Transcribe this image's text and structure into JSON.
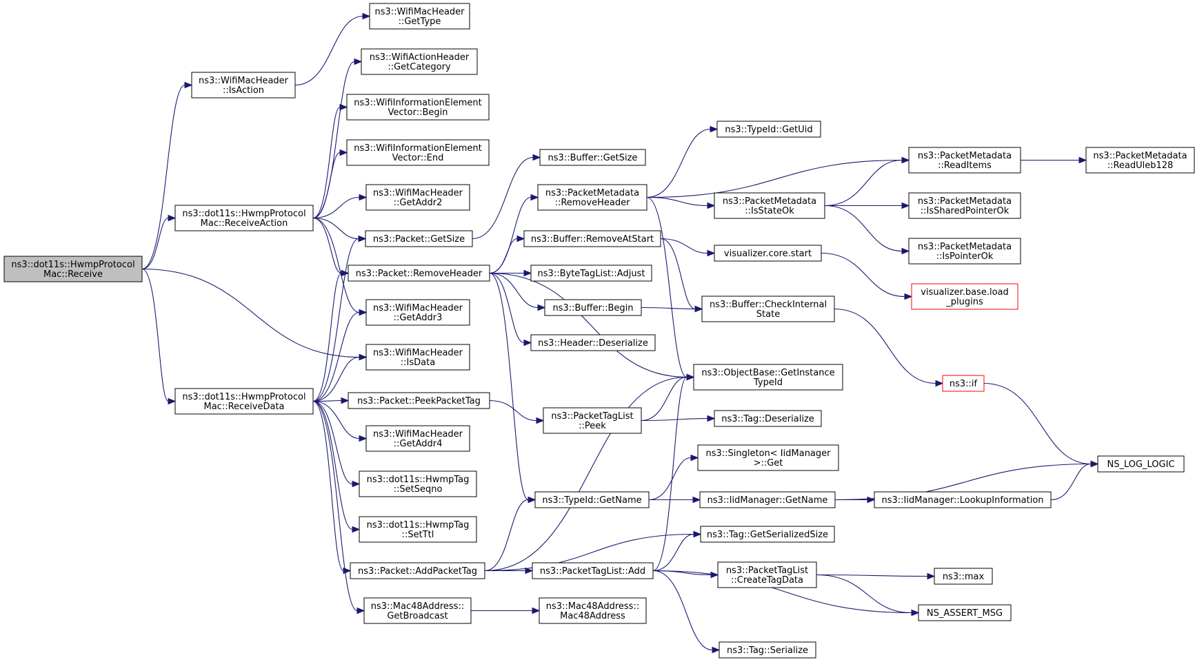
{
  "colors": {
    "edge": "#191970",
    "root_fill": "#bfbfbf",
    "node_border": "#000000",
    "truncated_border": "#ff0000",
    "background": "#ffffff"
  },
  "nodes": [
    {
      "id": "root",
      "lines": [
        "ns3::dot11s::HwmpProtocol",
        "Mac::Receive"
      ],
      "style": "root"
    },
    {
      "id": "isaction",
      "lines": [
        "ns3::WifiMacHeader",
        "::IsAction"
      ]
    },
    {
      "id": "recvaction",
      "lines": [
        "ns3::dot11s::HwmpProtocol",
        "Mac::ReceiveAction"
      ]
    },
    {
      "id": "recvdata",
      "lines": [
        "ns3::dot11s::HwmpProtocol",
        "Mac::ReceiveData"
      ]
    },
    {
      "id": "gettype",
      "lines": [
        "ns3::WifiMacHeader",
        "::GetType"
      ]
    },
    {
      "id": "getcategory",
      "lines": [
        "ns3::WifiActionHeader",
        "::GetCategory"
      ]
    },
    {
      "id": "iebegin",
      "lines": [
        "ns3::WifiInformationElement",
        "Vector::Begin"
      ]
    },
    {
      "id": "ieend",
      "lines": [
        "ns3::WifiInformationElement",
        "Vector::End"
      ]
    },
    {
      "id": "getaddr2",
      "lines": [
        "ns3::WifiMacHeader",
        "::GetAddr2"
      ]
    },
    {
      "id": "pktgetsize",
      "lines": [
        "ns3::Packet::GetSize"
      ]
    },
    {
      "id": "removeheader",
      "lines": [
        "ns3::Packet::RemoveHeader"
      ]
    },
    {
      "id": "getaddr3",
      "lines": [
        "ns3::WifiMacHeader",
        "::GetAddr3"
      ]
    },
    {
      "id": "isdata",
      "lines": [
        "ns3::WifiMacHeader",
        "::IsData"
      ]
    },
    {
      "id": "peekpackettag",
      "lines": [
        "ns3::Packet::PeekPacketTag"
      ]
    },
    {
      "id": "getaddr4",
      "lines": [
        "ns3::WifiMacHeader",
        "::GetAddr4"
      ]
    },
    {
      "id": "setseqno",
      "lines": [
        "ns3::dot11s::HwmpTag",
        "::SetSeqno"
      ]
    },
    {
      "id": "setttl",
      "lines": [
        "ns3::dot11s::HwmpTag",
        "::SetTtl"
      ]
    },
    {
      "id": "addpackettag",
      "lines": [
        "ns3::Packet::AddPacketTag"
      ]
    },
    {
      "id": "getbroadcast",
      "lines": [
        "ns3::Mac48Address::",
        "GetBroadcast"
      ]
    },
    {
      "id": "buffergetsize",
      "lines": [
        "ns3::Buffer::GetSize"
      ]
    },
    {
      "id": "pmremoveheader",
      "lines": [
        "ns3::PacketMetadata",
        "::RemoveHeader"
      ]
    },
    {
      "id": "removeatstart",
      "lines": [
        "ns3::Buffer::RemoveAtStart"
      ]
    },
    {
      "id": "adjust",
      "lines": [
        "ns3::ByteTagList::Adjust"
      ]
    },
    {
      "id": "bufferbegin",
      "lines": [
        "ns3::Buffer::Begin"
      ]
    },
    {
      "id": "deserialize",
      "lines": [
        "ns3::Header::Deserialize"
      ]
    },
    {
      "id": "ptlpeek",
      "lines": [
        "ns3::PacketTagList",
        "::Peek"
      ]
    },
    {
      "id": "typeidgetname",
      "lines": [
        "ns3::TypeId::GetName"
      ]
    },
    {
      "id": "ptladd",
      "lines": [
        "ns3::PacketTagList::Add"
      ]
    },
    {
      "id": "mac48ctor",
      "lines": [
        "ns3::Mac48Address::",
        "Mac48Address"
      ]
    },
    {
      "id": "getuid",
      "lines": [
        "ns3::TypeId::GetUid"
      ]
    },
    {
      "id": "isstateok",
      "lines": [
        "ns3::PacketMetadata",
        "::IsStateOk"
      ]
    },
    {
      "id": "corestart",
      "lines": [
        "visualizer.core.start"
      ]
    },
    {
      "id": "checkinternal",
      "lines": [
        "ns3::Buffer::CheckInternal",
        "State"
      ]
    },
    {
      "id": "getinstancetypeid",
      "lines": [
        "ns3::ObjectBase::GetInstance",
        "TypeId"
      ]
    },
    {
      "id": "tagdeserialize",
      "lines": [
        "ns3::Tag::Deserialize"
      ]
    },
    {
      "id": "singletonget",
      "lines": [
        "ns3::Singleton< IidManager",
        ">::Get"
      ]
    },
    {
      "id": "iidgetname",
      "lines": [
        "ns3::IidManager::GetName"
      ]
    },
    {
      "id": "getserializedsize",
      "lines": [
        "ns3::Tag::GetSerializedSize"
      ]
    },
    {
      "id": "createtagdata",
      "lines": [
        "ns3::PacketTagList",
        "::CreateTagData"
      ]
    },
    {
      "id": "tagserialize",
      "lines": [
        "ns3::Tag::Serialize"
      ]
    },
    {
      "id": "readitems",
      "lines": [
        "ns3::PacketMetadata",
        "::ReadItems"
      ]
    },
    {
      "id": "issharedpointerok",
      "lines": [
        "ns3::PacketMetadata",
        "::IsSharedPointerOk"
      ]
    },
    {
      "id": "ispointerok",
      "lines": [
        "ns3::PacketMetadata",
        "::IsPointerOk"
      ]
    },
    {
      "id": "loadplugins",
      "lines": [
        "visualizer.base.load",
        "_plugins"
      ],
      "style": "red"
    },
    {
      "id": "nsif",
      "lines": [
        "ns3::if"
      ],
      "style": "red"
    },
    {
      "id": "lookupinfo",
      "lines": [
        "ns3::IidManager::LookupInformation"
      ]
    },
    {
      "id": "nsmax",
      "lines": [
        "ns3::max"
      ]
    },
    {
      "id": "assertmsg",
      "lines": [
        "NS_ASSERT_MSG"
      ]
    },
    {
      "id": "readuleb",
      "lines": [
        "ns3::PacketMetadata",
        "::ReadUleb128"
      ]
    },
    {
      "id": "loglogic",
      "lines": [
        "NS_LOG_LOGIC"
      ]
    }
  ],
  "edges": [
    [
      "root",
      "isaction"
    ],
    [
      "root",
      "recvaction"
    ],
    [
      "root",
      "isdata"
    ],
    [
      "root",
      "recvdata"
    ],
    [
      "isaction",
      "gettype"
    ],
    [
      "recvaction",
      "getcategory"
    ],
    [
      "recvaction",
      "iebegin"
    ],
    [
      "recvaction",
      "ieend"
    ],
    [
      "recvaction",
      "getaddr2"
    ],
    [
      "recvaction",
      "pktgetsize"
    ],
    [
      "recvaction",
      "removeheader"
    ],
    [
      "recvaction",
      "getaddr3"
    ],
    [
      "recvdata",
      "pktgetsize"
    ],
    [
      "recvdata",
      "removeheader"
    ],
    [
      "recvdata",
      "getaddr3"
    ],
    [
      "recvdata",
      "isdata"
    ],
    [
      "recvdata",
      "peekpackettag"
    ],
    [
      "recvdata",
      "getaddr4"
    ],
    [
      "recvdata",
      "setseqno"
    ],
    [
      "recvdata",
      "setttl"
    ],
    [
      "recvdata",
      "addpackettag"
    ],
    [
      "recvdata",
      "getbroadcast"
    ],
    [
      "pktgetsize",
      "buffergetsize"
    ],
    [
      "removeheader",
      "pmremoveheader"
    ],
    [
      "removeheader",
      "removeatstart"
    ],
    [
      "removeheader",
      "adjust"
    ],
    [
      "removeheader",
      "bufferbegin"
    ],
    [
      "removeheader",
      "deserialize"
    ],
    [
      "removeheader",
      "getinstancetypeid"
    ],
    [
      "removeheader",
      "typeidgetname"
    ],
    [
      "peekpackettag",
      "ptlpeek"
    ],
    [
      "addpackettag",
      "getinstancetypeid"
    ],
    [
      "addpackettag",
      "typeidgetname"
    ],
    [
      "addpackettag",
      "getserializedsize"
    ],
    [
      "addpackettag",
      "ptladd"
    ],
    [
      "getbroadcast",
      "mac48ctor"
    ],
    [
      "pmremoveheader",
      "getuid"
    ],
    [
      "pmremoveheader",
      "readitems"
    ],
    [
      "pmremoveheader",
      "isstateok"
    ],
    [
      "pmremoveheader",
      "getinstancetypeid"
    ],
    [
      "removeatstart",
      "corestart"
    ],
    [
      "removeatstart",
      "checkinternal"
    ],
    [
      "bufferbegin",
      "checkinternal"
    ],
    [
      "ptlpeek",
      "getinstancetypeid"
    ],
    [
      "ptlpeek",
      "tagdeserialize"
    ],
    [
      "typeidgetname",
      "singletonget"
    ],
    [
      "typeidgetname",
      "iidgetname"
    ],
    [
      "ptladd",
      "getinstancetypeid"
    ],
    [
      "ptladd",
      "getserializedsize"
    ],
    [
      "ptladd",
      "createtagdata"
    ],
    [
      "ptladd",
      "assertmsg"
    ],
    [
      "ptladd",
      "tagserialize"
    ],
    [
      "isstateok",
      "readitems"
    ],
    [
      "isstateok",
      "issharedpointerok"
    ],
    [
      "isstateok",
      "ispointerok"
    ],
    [
      "readitems",
      "readuleb"
    ],
    [
      "corestart",
      "loadplugins"
    ],
    [
      "checkinternal",
      "nsif"
    ],
    [
      "nsif",
      "loglogic"
    ],
    [
      "iidgetname",
      "lookupinfo"
    ],
    [
      "iidgetname",
      "loglogic"
    ],
    [
      "lookupinfo",
      "loglogic"
    ],
    [
      "createtagdata",
      "nsmax"
    ],
    [
      "createtagdata",
      "assertmsg"
    ]
  ]
}
